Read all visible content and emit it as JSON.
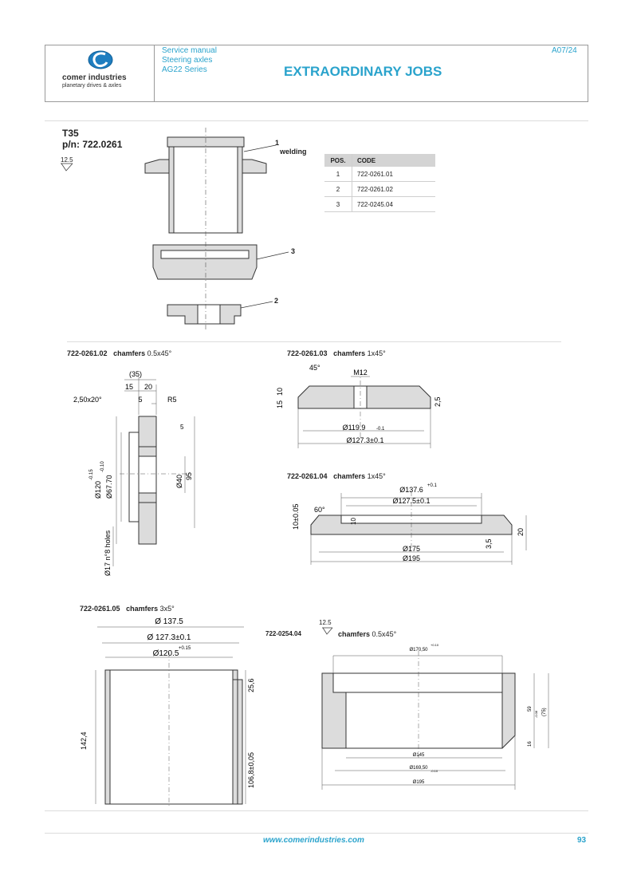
{
  "header": {
    "logo_name": "comer industries",
    "logo_tagline": "planetary drives & axles",
    "line1": "Service manual",
    "line2": "Steering axles",
    "line3": "AG22 Series",
    "title": "EXTRAORDINARY JOBS",
    "doc_id": "A07/24"
  },
  "assembly": {
    "title": "T35",
    "pn": "p/n: 722.0261",
    "roughness": "12.5",
    "welding_label": "welding",
    "callouts": [
      "1",
      "3",
      "2"
    ]
  },
  "pos_table": {
    "headers": [
      "POS.",
      "CODE"
    ],
    "rows": [
      [
        "1",
        "722-0261.01"
      ],
      [
        "2",
        "722-0261.02"
      ],
      [
        "3",
        "722-0245.04"
      ]
    ]
  },
  "parts": {
    "p02": {
      "code": "722-0261.02",
      "chamfers": "chamfers",
      "chamfer_val": "0.5x45°"
    },
    "p03": {
      "code": "722-0261.03",
      "chamfers": "chamfers",
      "chamfer_val": "1x45°"
    },
    "p04": {
      "code": "722-0261.04",
      "chamfers": "chamfers",
      "chamfer_val": "1x45°"
    },
    "p05": {
      "code": "722-0261.05",
      "chamfers": "chamfers",
      "chamfer_val": "3x5°"
    },
    "p54": {
      "code": "722-0254.04",
      "chamfers": "chamfers",
      "chamfer_val": "0.5x45°",
      "roughness": "12.5"
    }
  },
  "dims_p02": {
    "d35": "(35)",
    "d15": "15",
    "d20": "20",
    "d5": "5",
    "chamfer": "2,50x20°",
    "r5": "R5",
    "d5b": "5",
    "d120": "Ø120",
    "d120tol": "-0.15",
    "d6770": "Ø67.70",
    "d6770tol": "-0.10",
    "d40": "Ø40",
    "d95": "95",
    "holes": "Ø17 n°8 holes"
  },
  "dims_p03": {
    "angle": "45°",
    "m12": "M12",
    "d15": "15",
    "d10": "10",
    "d25": "2,5",
    "d1199": "Ø119.9",
    "d1199tol": "-0.1",
    "d1273": "Ø127.3±0.1"
  },
  "dims_p04": {
    "d1376": "Ø137.6",
    "d1376tol": "+0.1",
    "d1275": "Ø127.5±0.1",
    "d10": "10±0.05",
    "d10b": "10",
    "angle": "60°",
    "d35": "3,5",
    "d20": "20",
    "d175": "Ø175",
    "d195": "Ø195"
  },
  "dims_p05": {
    "d1375": "Ø 137.5",
    "d1273": "Ø 127.3±0.1",
    "d1205": "Ø120.5",
    "d1205tol": "+0.15",
    "d256": "25,6",
    "d1424": "142,4",
    "d1068": "106,8±0,05"
  },
  "dims_p54": {
    "d17050": "Ø170,50",
    "d17050tol": "+0.10",
    "d59": "59",
    "d59tol": "-0.08",
    "d75": "(75)",
    "d16": "16",
    "d145": "Ø145",
    "d16950": "Ø169,50",
    "d16950tol": "-0.10",
    "d195": "Ø195"
  },
  "footer": {
    "url": "www.comerindustries.com",
    "page": "93"
  }
}
